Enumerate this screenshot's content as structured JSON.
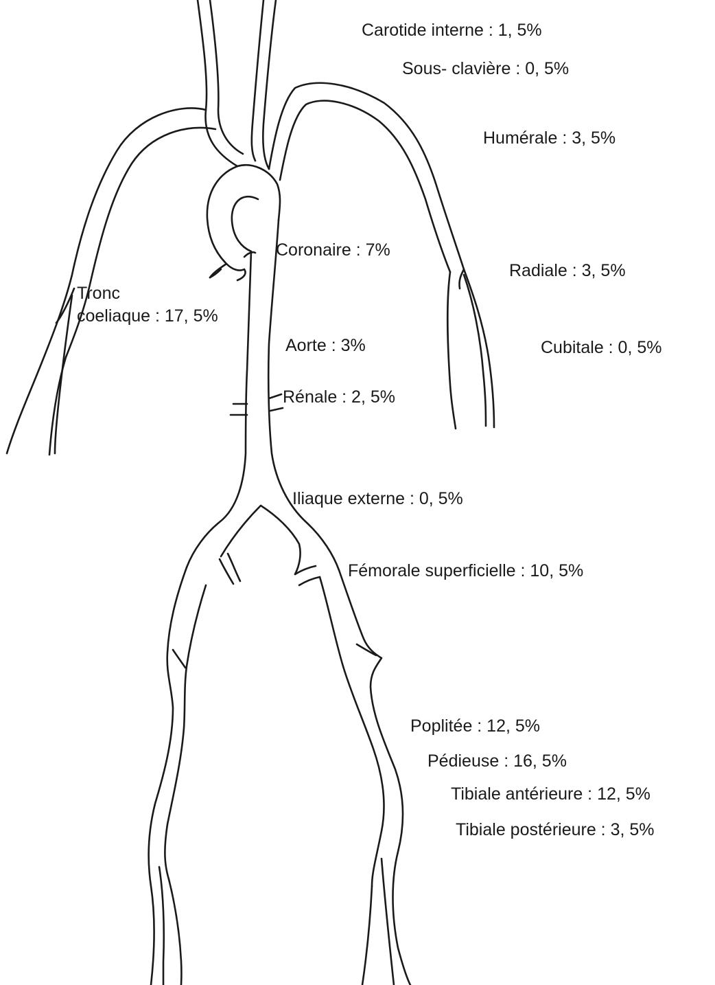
{
  "labels": {
    "carotide": "Carotide interne : 1, 5%",
    "sous_claviere": "Sous- clavière : 0, 5%",
    "humerale": "Humérale : 3, 5%",
    "coronaire": "Coronaire : 7%",
    "radiale": "Radiale : 3, 5%",
    "tronc_coeliaque": "Tronc\ncoeliaque : 17, 5%",
    "aorte": "Aorte : 3%",
    "cubitale": "Cubitale : 0, 5%",
    "renale": "Rénale : 2, 5%",
    "iliaque_externe": "Iliaque externe : 0, 5%",
    "femorale_superficielle": "Fémorale superficielle : 10, 5%",
    "poplitee": "Poplitée : 12, 5%",
    "pedieuse": "Pédieuse : 16, 5%",
    "tibiale_anterieure": "Tibiale antérieure : 12, 5%",
    "tibiale_posterieure": "Tibiale postérieure : 3, 5%"
  },
  "colors": {
    "ink": "#1a1a1a",
    "background": "#ffffff"
  }
}
